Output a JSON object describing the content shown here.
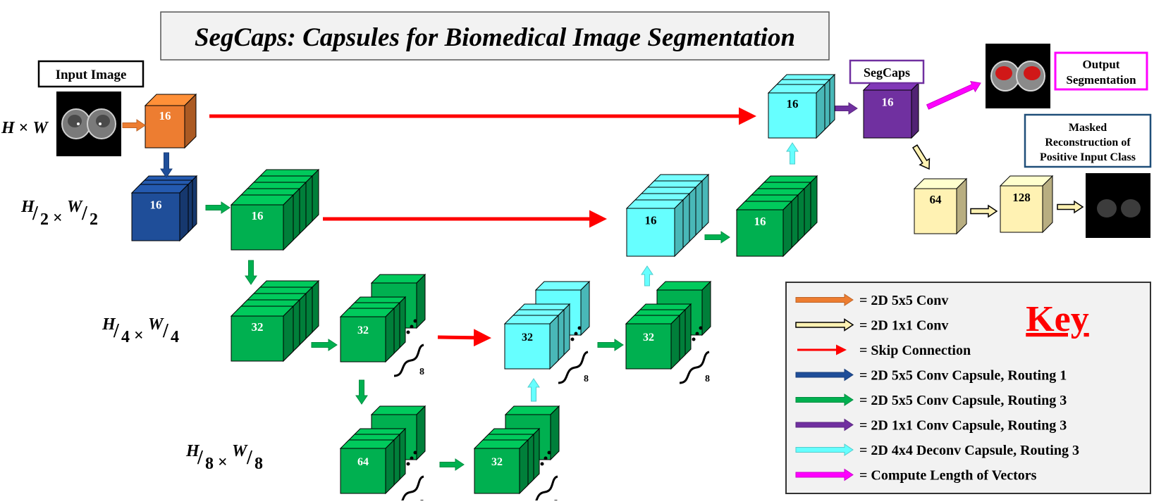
{
  "title": "SegCaps: Capsules for Biomedical Image Segmentation",
  "input_label": "Input Image",
  "segcaps_label": "SegCaps",
  "output_label": [
    "Output",
    "Segmentation"
  ],
  "recon_label": [
    "Masked",
    "Reconstruction of",
    "Positive Input Class"
  ],
  "scales": {
    "s1": {
      "a": "H",
      "sym": "×",
      "b": "W"
    },
    "s2": {
      "a": "H",
      "d1": "2",
      "sym": "×",
      "b": "W",
      "d2": "2"
    },
    "s4": {
      "a": "H",
      "d1": "4",
      "sym": "×",
      "b": "W",
      "d2": "4"
    },
    "s8": {
      "a": "H",
      "d1": "8",
      "sym": "×",
      "b": "W",
      "d2": "8"
    }
  },
  "blocks": {
    "conv1": "16",
    "prim": "16",
    "enc2": "16",
    "enc3a": "32",
    "enc3b": "32",
    "enc4a": "64",
    "enc4b": "32",
    "dec3": "32",
    "dec3b": "32",
    "dec2": "16",
    "dec2b": "16",
    "dec1": "16",
    "segcaps": "16",
    "recon1": "64",
    "recon2": "128"
  },
  "capsule_count": "8",
  "key": {
    "title": "Key",
    "items": [
      {
        "label": "= 2D 5x5 Conv",
        "color": "#ED7D31",
        "style": "fat"
      },
      {
        "label": "= 2D 1x1 Conv",
        "color": "#FFF2B3",
        "style": "hollow"
      },
      {
        "label": "= Skip Connection",
        "color": "#FF0000",
        "style": "thin"
      },
      {
        "label": "= 2D 5x5 Conv Capsule, Routing 1",
        "color": "#1F4E99",
        "style": "fat"
      },
      {
        "label": "= 2D 5x5 Conv Capsule, Routing 3",
        "color": "#00B050",
        "style": "fat"
      },
      {
        "label": "= 2D 1x1 Conv Capsule, Routing 3",
        "color": "#7030A0",
        "style": "fat"
      },
      {
        "label": "= 2D 4x4 Deconv Capsule, Routing 3",
        "color": "#66FFFF",
        "style": "fat"
      },
      {
        "label": "= Compute Length of Vectors",
        "color": "#FF00FF",
        "style": "fat"
      }
    ]
  },
  "colors": {
    "orange": "#ED7D31",
    "blue": "#1F4E99",
    "green": "#00B050",
    "cyan": "#66FFFF",
    "purple": "#7030A0",
    "yellow": "#FFF2B3",
    "red": "#FF0000",
    "magenta": "#FF00FF"
  }
}
